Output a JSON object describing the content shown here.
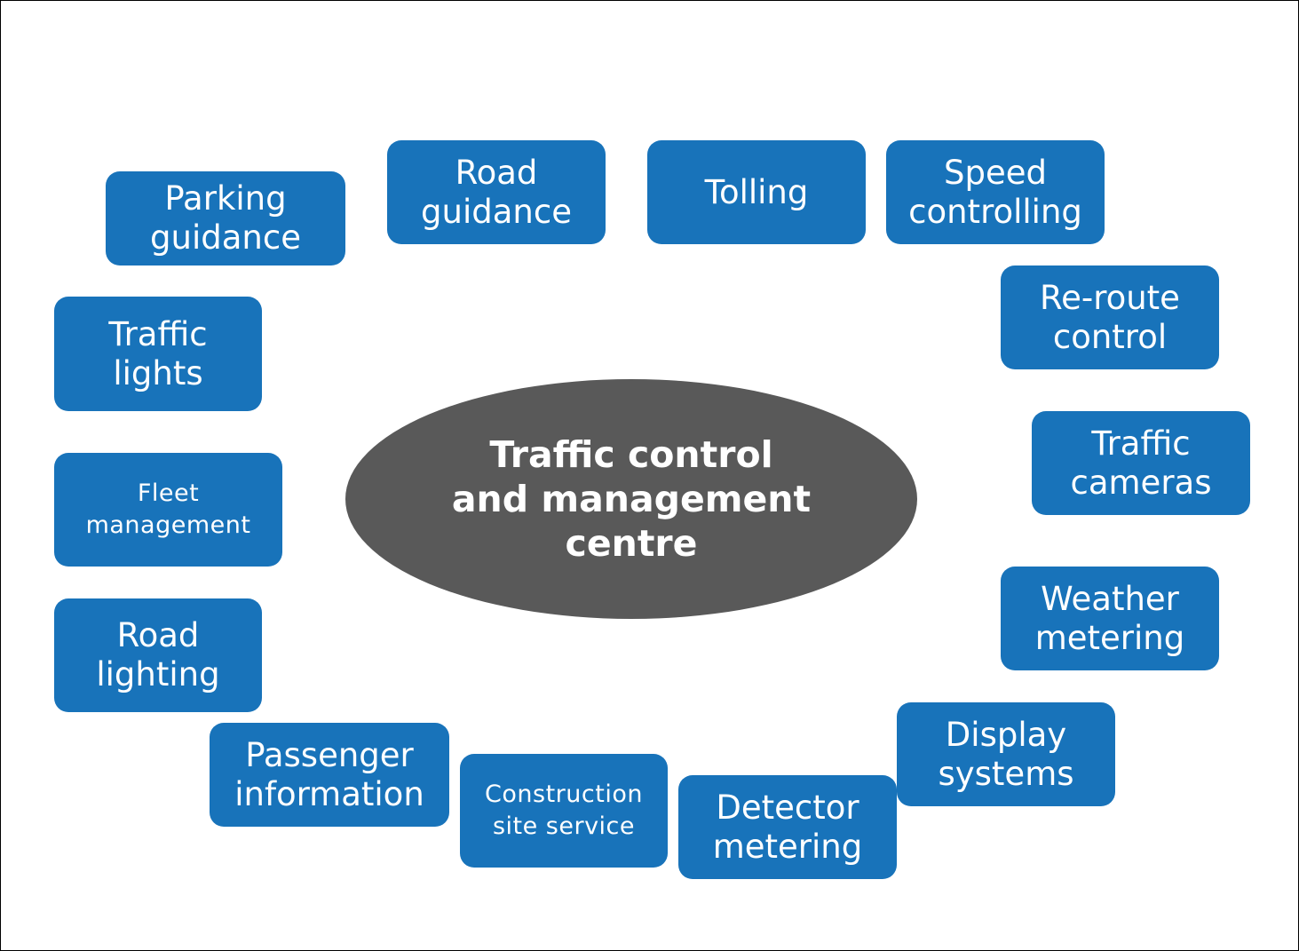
{
  "colors": {
    "node_fill": "#1873BA",
    "centre_fill": "#595959",
    "text": "#FFFFFF"
  },
  "centre": {
    "label": "Traffic  control\nand management\ncentre"
  },
  "nodes": [
    {
      "label": "Parking\nguidance"
    },
    {
      "label": "Road\nguidance"
    },
    {
      "label": "Tolling"
    },
    {
      "label": "Speed\ncontrolling"
    },
    {
      "label": "Re-route\ncontrol"
    },
    {
      "label": "Traffic\ncameras"
    },
    {
      "label": "Weather\nmetering"
    },
    {
      "label": "Display\nsystems"
    },
    {
      "label": "Detector\nmetering"
    },
    {
      "label": "Construction\nsite service"
    },
    {
      "label": "Passenger\ninformation"
    },
    {
      "label": "Road\nlighting"
    },
    {
      "label": "Fleet\nmanagement"
    },
    {
      "label": "Traffic\nlights"
    }
  ]
}
